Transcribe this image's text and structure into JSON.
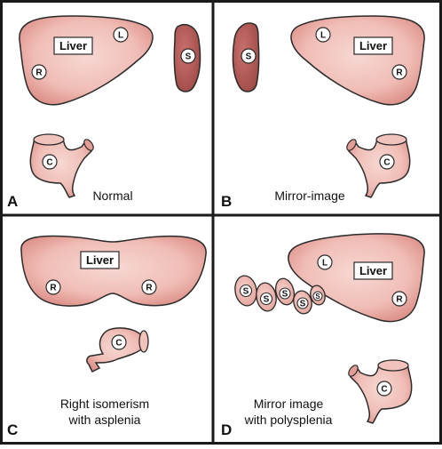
{
  "panels": {
    "a": {
      "letter": "A",
      "caption": [
        "Normal"
      ],
      "liver": "Liver",
      "circles": [
        "L",
        "R",
        "S",
        "C"
      ]
    },
    "b": {
      "letter": "B",
      "caption": [
        "Mirror-image"
      ],
      "liver": "Liver",
      "circles": [
        "L",
        "R",
        "S",
        "C"
      ]
    },
    "c": {
      "letter": "C",
      "caption": [
        "Right isomerism",
        "with asplenia"
      ],
      "liver": "Liver",
      "circles": [
        "R",
        "R",
        "C"
      ]
    },
    "d": {
      "letter": "D",
      "caption": [
        "Mirror image",
        "with polysplenia"
      ],
      "liver": "Liver",
      "circles": [
        "L",
        "R",
        "S",
        "S",
        "S",
        "S",
        "S",
        "C"
      ]
    }
  },
  "colors": {
    "organ_fill": "#f2c3bd",
    "organ_shade": "#e39d95",
    "spleen_fill": "#b9605c",
    "outline": "#2a2a2a",
    "border": "#1a1a1a"
  }
}
